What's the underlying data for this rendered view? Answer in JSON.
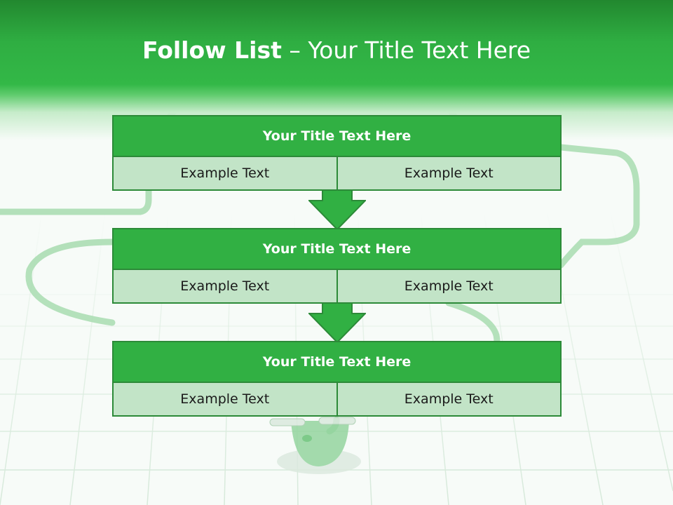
{
  "slide": {
    "title_bold": "Follow List",
    "title_rest": " – Your Title Text Here"
  },
  "blocks": [
    {
      "title": "Your Title Text Here",
      "cells": [
        "Example Text",
        "Example Text"
      ]
    },
    {
      "title": "Your Title Text Here",
      "cells": [
        "Example Text",
        "Example Text"
      ]
    },
    {
      "title": "Your Title Text Here",
      "cells": [
        "Example Text",
        "Example Text"
      ]
    }
  ],
  "colors": {
    "header_green": "#2fae42",
    "block_title_bg": "#31b043",
    "cell_bg": "#c2e4c7",
    "border": "#2c8a38"
  },
  "icons": [
    "down-arrow-icon",
    "power-plug-icon",
    "cable-icon"
  ]
}
